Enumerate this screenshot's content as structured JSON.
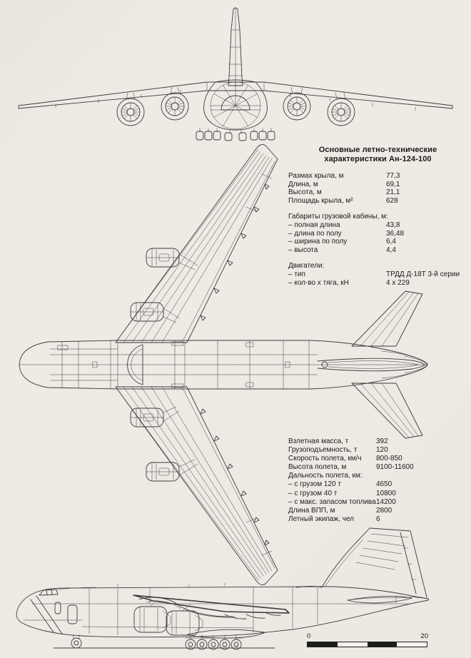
{
  "page": {
    "background_color": "#edeae4",
    "line_color": "#3c3c3e",
    "text_color": "#1b1b1b",
    "drawing_views": [
      "front-view",
      "top-view",
      "side-view"
    ]
  },
  "title": {
    "line1": "Основные летно-технические",
    "line2": "характеристики Ан-124-100"
  },
  "specs_upper": {
    "rows": [
      {
        "label": "Размах крыла, м",
        "value": "77,3"
      },
      {
        "label": "Длина, м",
        "value": "69,1"
      },
      {
        "label": "Высота, м",
        "value": "21,1"
      },
      {
        "label": "Площадь крыла, м²",
        "value": "628"
      },
      {
        "label": "Габариты грузовой кабины, м:",
        "value": ""
      },
      {
        "label": "– полная длина",
        "value": "43,8"
      },
      {
        "label": "– длина по полу",
        "value": "36,48"
      },
      {
        "label": "– ширина по полу",
        "value": "6,4"
      },
      {
        "label": "– высота",
        "value": "4,4"
      },
      {
        "label": "Двигатели:",
        "value": ""
      },
      {
        "label": "– тип",
        "value": "ТРДД Д-18Т 3-й серии"
      },
      {
        "label": "– кол-во х тяга, кН",
        "value": "4 х 229"
      }
    ]
  },
  "specs_lower": {
    "rows": [
      {
        "label": "Взлетная масса, т",
        "value": "392"
      },
      {
        "label": "Грузоподъемность, т",
        "value": "120"
      },
      {
        "label": "Скорость полета, км/ч",
        "value": "800-850"
      },
      {
        "label": "Высота полета, м",
        "value": "9100-11600"
      },
      {
        "label": "Дальность полета, км:",
        "value": ""
      },
      {
        "label": "– с грузом 120 т",
        "value": "4650"
      },
      {
        "label": "– с грузом 40 т",
        "value": "10800"
      },
      {
        "label": "– с макс. запасом топлива",
        "value": "14200"
      },
      {
        "label": "Длина ВПП, м",
        "value": "2800"
      },
      {
        "label": "Летный экипаж, чел",
        "value": "6"
      }
    ]
  },
  "scale_bar": {
    "start_label": "0",
    "end_label": "20"
  }
}
